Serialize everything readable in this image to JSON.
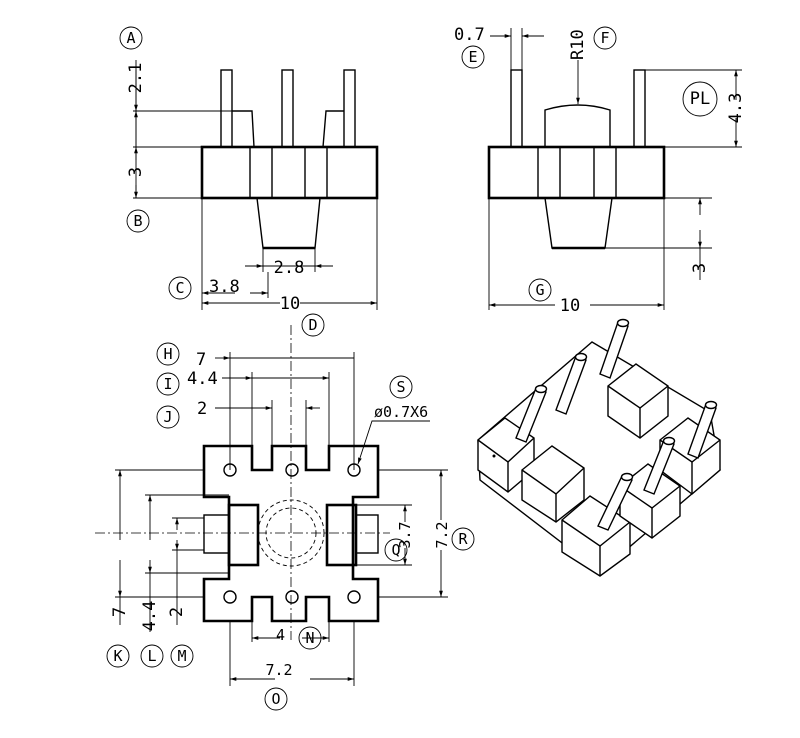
{
  "callouts": {
    "A": "A",
    "B": "B",
    "C": "C",
    "D": "D",
    "E": "E",
    "F": "F",
    "G": "G",
    "H": "H",
    "I": "I",
    "J": "J",
    "K": "K",
    "L": "L",
    "M": "M",
    "N": "N",
    "O": "O",
    "PL": "PL",
    "Q": "Q",
    "R": "R",
    "S": "S"
  },
  "dimensions": {
    "front_pin_height": "2.1",
    "front_body_height": "3",
    "front_foot_width": "2.8",
    "front_offset": "3.8",
    "front_total_width": "10",
    "side_pin_dia": "0.7",
    "side_radius": "R10",
    "side_pin_height": "4.3",
    "side_foot_height": "3",
    "side_total_width": "10",
    "top_pitch_outer": "7",
    "top_pitch_mid": "4.4",
    "top_pitch_inner": "2",
    "top_hole": "ø0.7X6",
    "top_slot": "3.7",
    "top_height": "7.2",
    "left_pitch_outer": "7",
    "left_pitch_mid": "4.4",
    "left_pitch_inner": "2",
    "bottom_slot": "4",
    "bottom_width": "7.2"
  }
}
